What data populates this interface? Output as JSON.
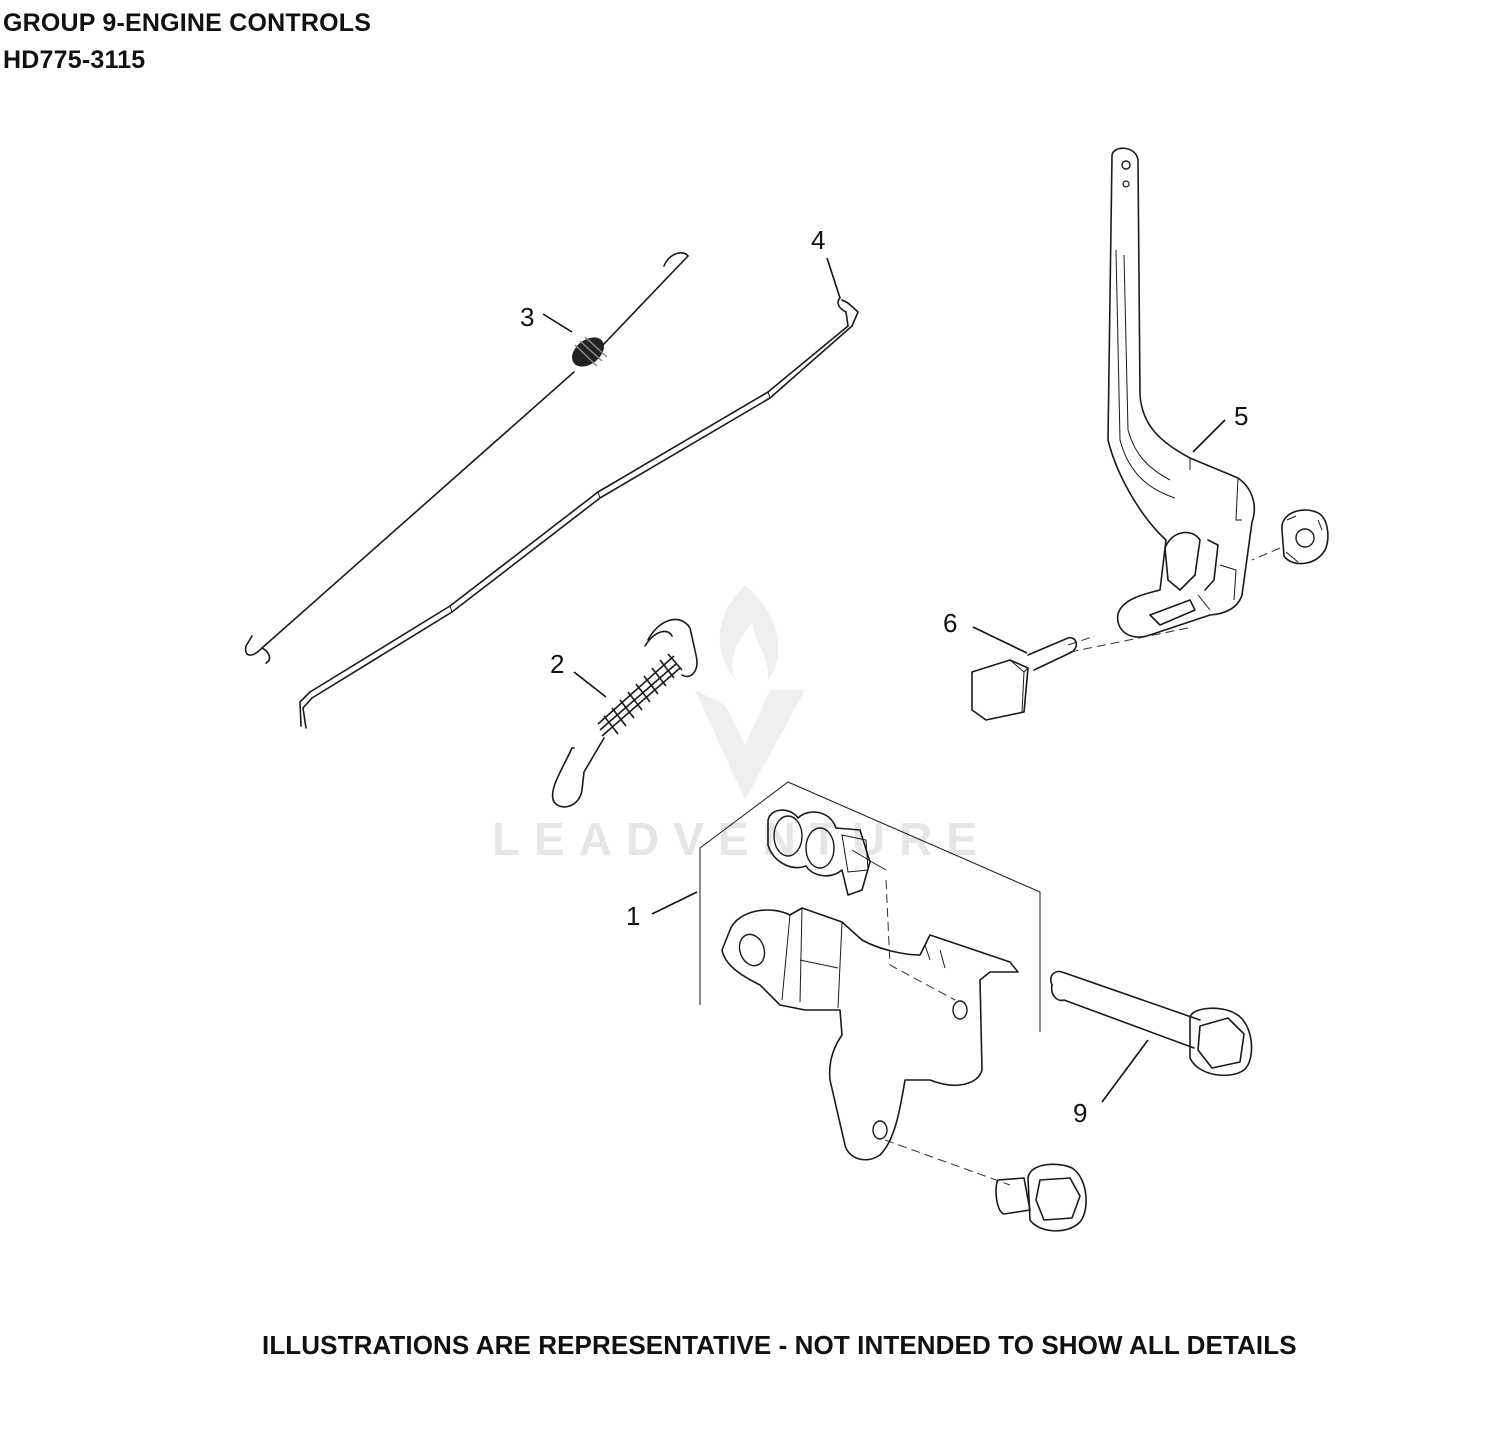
{
  "header": {
    "title": "GROUP 9-ENGINE CONTROLS",
    "model": "HD775-3115"
  },
  "footer": {
    "note": "ILLUSTRATIONS ARE REPRESENTATIVE - NOT INTENDED TO SHOW ALL DETAILS"
  },
  "watermark": {
    "text": "LEADVENTURE"
  },
  "callouts": {
    "c1": "1",
    "c2": "2",
    "c3": "3",
    "c4": "4",
    "c5": "5",
    "c6": "6",
    "c9": "9"
  },
  "parts": [
    {
      "number": "1",
      "shape": "bracket-assembly"
    },
    {
      "number": "2",
      "shape": "extension-spring"
    },
    {
      "number": "3",
      "shape": "spring-link-rod"
    },
    {
      "number": "4",
      "shape": "throttle-rod"
    },
    {
      "number": "5",
      "shape": "control-lever"
    },
    {
      "number": "6",
      "shape": "pin"
    },
    {
      "number": "9",
      "shape": "flange-bolt"
    }
  ]
}
